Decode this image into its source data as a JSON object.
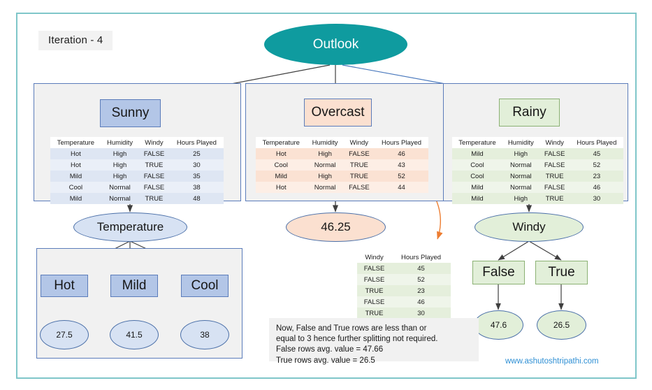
{
  "meta": {
    "iteration_label": "Iteration - 4",
    "watermark": "www.ashutoshtripathi.com",
    "frame_color": "#7fc6c9"
  },
  "colors": {
    "root": "#0f9b9f",
    "sunny_branch": "#b3c6e7",
    "overcast_branch": "#fbe0d0",
    "rainy_branch": "#e2efd9",
    "panel_bg": "#f1f1f1",
    "link": "#2e8fd4",
    "callout_arrow": "#ed7d31"
  },
  "root": {
    "label": "Outlook"
  },
  "branches": {
    "sunny": {
      "node_label": "Sunny",
      "split_label": "Temperature",
      "table": {
        "headers": [
          "Temperature",
          "Humidity",
          "Windy",
          "Hours Played"
        ],
        "rows": [
          [
            "Hot",
            "High",
            "FALSE",
            "25"
          ],
          [
            "Hot",
            "High",
            "TRUE",
            "30"
          ],
          [
            "Mild",
            "High",
            "FALSE",
            "35"
          ],
          [
            "Cool",
            "Normal",
            "FALSE",
            "38"
          ],
          [
            "Mild",
            "Normal",
            "TRUE",
            "48"
          ]
        ]
      },
      "children": [
        {
          "label": "Hot",
          "value": "27.5"
        },
        {
          "label": "Mild",
          "value": "41.5"
        },
        {
          "label": "Cool",
          "value": "38"
        }
      ]
    },
    "overcast": {
      "node_label": "Overcast",
      "leaf_value": "46.25",
      "table": {
        "headers": [
          "Temperature",
          "Humidity",
          "Windy",
          "Hours Played"
        ],
        "rows": [
          [
            "Hot",
            "High",
            "FALSE",
            "46"
          ],
          [
            "Cool",
            "Normal",
            "TRUE",
            "43"
          ],
          [
            "Mild",
            "High",
            "TRUE",
            "52"
          ],
          [
            "Hot",
            "Normal",
            "FALSE",
            "44"
          ]
        ]
      }
    },
    "rainy": {
      "node_label": "Rainy",
      "split_label": "Windy",
      "table": {
        "headers": [
          "Temperature",
          "Humidity",
          "Windy",
          "Hours Played"
        ],
        "rows": [
          [
            "Mild",
            "High",
            "FALSE",
            "45"
          ],
          [
            "Cool",
            "Normal",
            "FALSE",
            "52"
          ],
          [
            "Cool",
            "Normal",
            "TRUE",
            "23"
          ],
          [
            "Mild",
            "Normal",
            "FALSE",
            "46"
          ],
          [
            "Mild",
            "High",
            "TRUE",
            "30"
          ]
        ]
      },
      "children": [
        {
          "label": "False",
          "value": "47.6"
        },
        {
          "label": "True",
          "value": "26.5"
        }
      ]
    }
  },
  "windy_summary_table": {
    "headers": [
      "Windy",
      "Hours Played"
    ],
    "rows": [
      [
        "FALSE",
        "45"
      ],
      [
        "FALSE",
        "52"
      ],
      [
        "TRUE",
        "23"
      ],
      [
        "FALSE",
        "46"
      ],
      [
        "TRUE",
        "30"
      ]
    ]
  },
  "note": {
    "line1": "Now, False and True rows are less than or",
    "line2": "equal to 3 hence further splitting not required.",
    "line3": "False rows avg. value = 47.66",
    "line4": "True rows avg. value = 26.5"
  }
}
